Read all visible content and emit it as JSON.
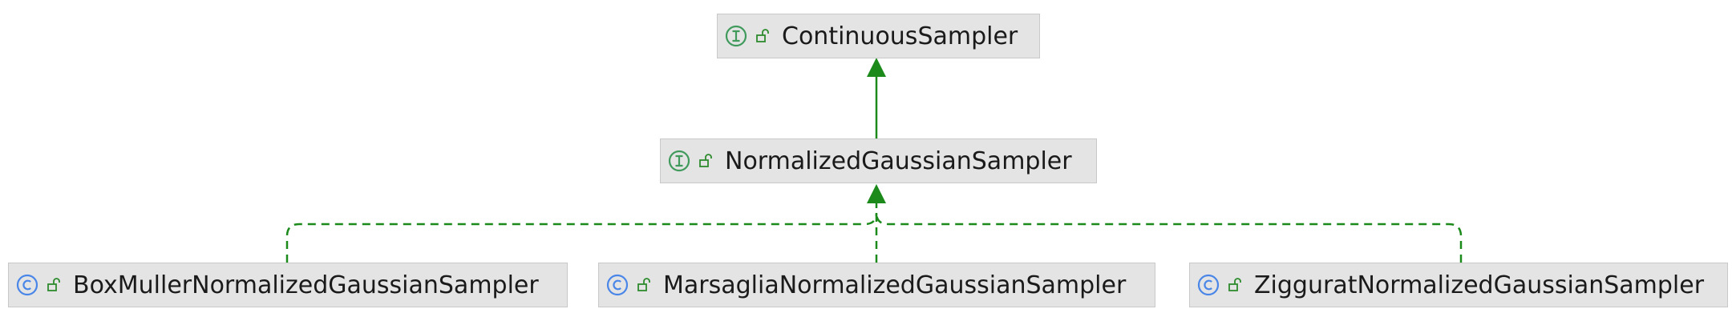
{
  "diagram": {
    "nodes": [
      {
        "id": "continuous-sampler",
        "kind": "interface",
        "visibility": "public",
        "label": "ContinuousSampler"
      },
      {
        "id": "normalized-gaussian-sampler",
        "kind": "interface",
        "visibility": "public",
        "label": "NormalizedGaussianSampler"
      },
      {
        "id": "box-muller-normalized-gaussian-sampler",
        "kind": "class",
        "visibility": "public",
        "label": "BoxMullerNormalizedGaussianSampler"
      },
      {
        "id": "marsaglia-normalized-gaussian-sampler",
        "kind": "class",
        "visibility": "public",
        "label": "MarsagliaNormalizedGaussianSampler"
      },
      {
        "id": "ziggurat-normalized-gaussian-sampler",
        "kind": "class",
        "visibility": "public",
        "label": "ZigguratNormalizedGaussianSampler"
      }
    ],
    "edges": [
      {
        "from": "normalized-gaussian-sampler",
        "to": "continuous-sampler",
        "relation": "extends",
        "style": "solid"
      },
      {
        "from": "box-muller-normalized-gaussian-sampler",
        "to": "normalized-gaussian-sampler",
        "relation": "implements",
        "style": "dashed"
      },
      {
        "from": "marsaglia-normalized-gaussian-sampler",
        "to": "normalized-gaussian-sampler",
        "relation": "implements",
        "style": "dashed"
      },
      {
        "from": "ziggurat-normalized-gaussian-sampler",
        "to": "normalized-gaussian-sampler",
        "relation": "implements",
        "style": "dashed"
      }
    ],
    "colors": {
      "edge": "#1b8a1b",
      "interface_icon": "#3f9a5c",
      "class_icon": "#4a86e8",
      "lock_icon": "#2e8b2e",
      "node_fill": "#e4e4e4",
      "node_border": "#c8c8c8"
    },
    "icons": {
      "interface": "interface-icon",
      "class": "class-icon",
      "visibility": "public-lock-icon"
    }
  }
}
